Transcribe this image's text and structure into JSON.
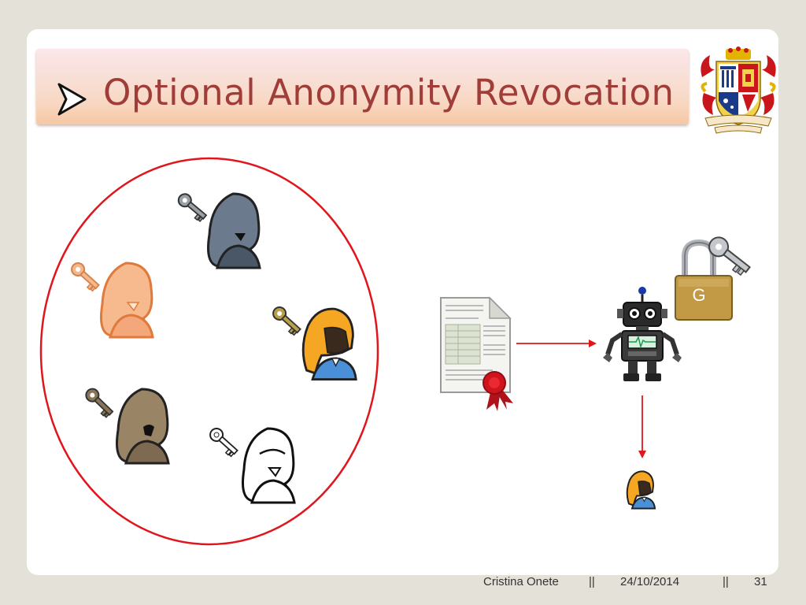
{
  "slide": {
    "title": "Optional Anonymity Revocation",
    "lock_label": "G",
    "footer": {
      "author": "Cristina Onete",
      "sep1": "||",
      "date": "24/10/2014",
      "sep2": "||",
      "page": "31"
    },
    "icons": [
      "bullet-arrow-icon",
      "university-crest-icon",
      "key-icon",
      "user-icon",
      "document-icon",
      "wax-seal-icon",
      "robot-icon",
      "padlock-icon"
    ],
    "colors": {
      "title": "#a13d38",
      "group_circle": "#e0161c",
      "arrow": "#e0161c",
      "title_bar_top": "#fbe6ea",
      "title_bar_bottom": "#f6c8a4"
    }
  }
}
